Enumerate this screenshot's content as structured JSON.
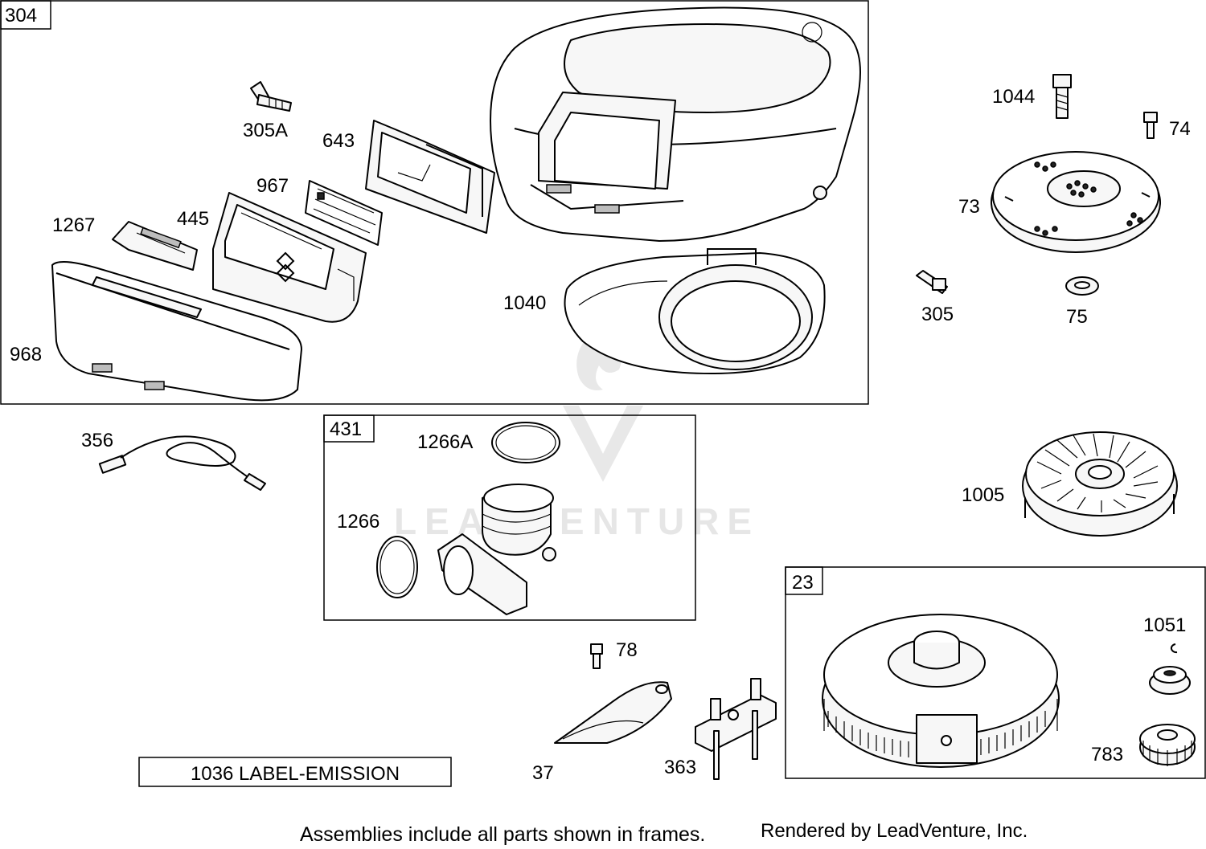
{
  "frames": {
    "f304": "304",
    "f431": "431",
    "f23": "23"
  },
  "callouts": {
    "p305A": "305A",
    "p643": "643",
    "p967": "967",
    "p445": "445",
    "p1267": "1267",
    "p968": "968",
    "p1040": "1040",
    "p1044": "1044",
    "p74": "74",
    "p73": "73",
    "p305": "305",
    "p75": "75",
    "p356": "356",
    "p1266A": "1266A",
    "p1266": "1266",
    "p1005": "1005",
    "p1051": "1051",
    "p783": "783",
    "p78": "78",
    "p37": "37",
    "p363": "363"
  },
  "emission_label": "1036 LABEL-EMISSION",
  "footer": {
    "note": "Assemblies include all parts shown in frames.",
    "credit": "Rendered by LeadVenture, Inc."
  },
  "watermark": "LEADVENTURE",
  "colors": {
    "line": "#000000",
    "background": "#ffffff",
    "watermark": "#e6e6e6"
  }
}
